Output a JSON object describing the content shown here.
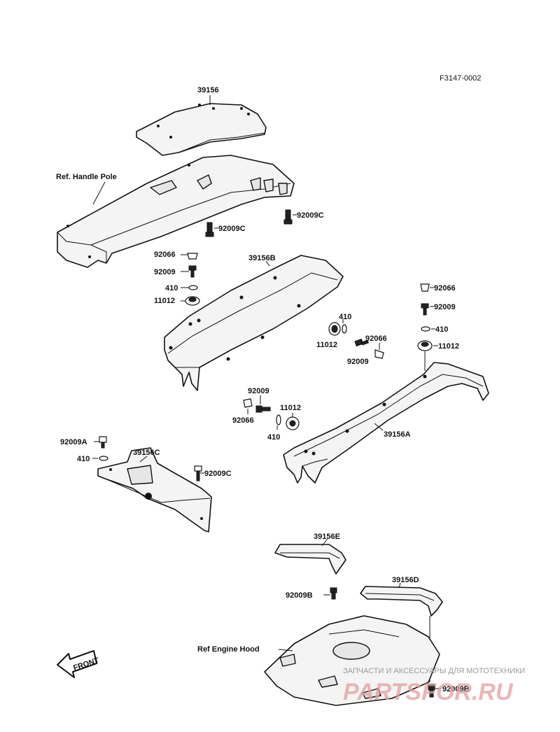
{
  "figure_code": "F3147-0002",
  "parts": {
    "p39156": "39156",
    "ref_handle_pole": "Ref. Handle Pole",
    "p92009c_a": "92009C",
    "p92009c_b": "92009C",
    "p92066_a": "92066",
    "p92009_a": "92009",
    "p410_a": "410",
    "p11012_a": "11012",
    "p39156b": "39156B",
    "p410_b": "410",
    "p11012_b": "11012",
    "p92066_b": "92066",
    "p92009_b": "92009",
    "p92066_c": "92066",
    "p92009_c": "92009",
    "p410_c": "410",
    "p11012_c": "11012",
    "p92009_d": "92009",
    "p92066_d": "92066",
    "p11012_d": "11012",
    "p410_d": "410",
    "p39156a": "39156A",
    "p92009a": "92009A",
    "p410_e": "410",
    "p39156c": "39156C",
    "p92009c_c": "92009C",
    "p39156e": "39156E",
    "p92009b_a": "92009B",
    "p39156d": "39156D",
    "ref_engine_hood": "Ref Engine Hood",
    "p92009b_b": "92009B"
  },
  "front_label": "FRONT",
  "watermark": {
    "tagline": "ЗАПЧАСТИ И АКСЕССУАРЫ ДЛЯ МОТОТЕХНИКИ",
    "site": "PARTSFOR.RU"
  }
}
